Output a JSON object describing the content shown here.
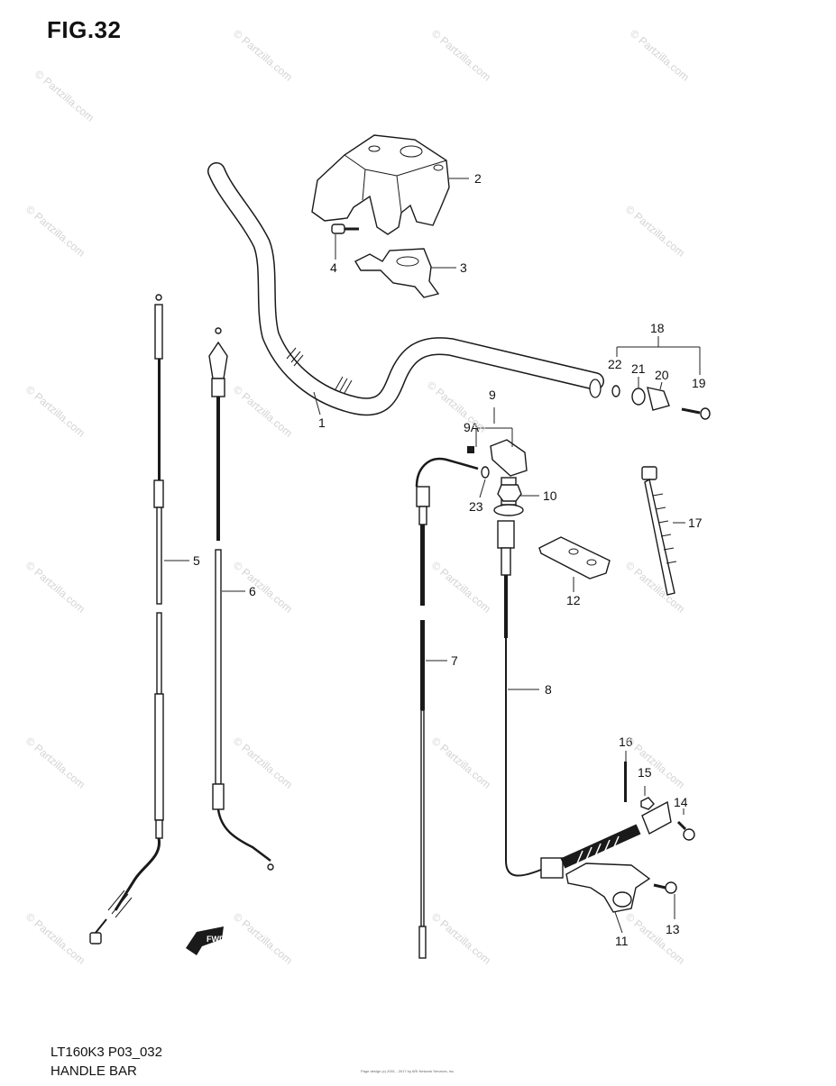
{
  "figure": {
    "number": "FIG.32",
    "title": "HANDLE BAR",
    "code": "LT160K3 P03_032"
  },
  "watermark": "© Partzilla.com",
  "fine_print": "Page design (c) 2001 - 2017 by ARI Network Services, Inc.",
  "callouts": [
    {
      "id": "1",
      "label": "1"
    },
    {
      "id": "2",
      "label": "2"
    },
    {
      "id": "3",
      "label": "3"
    },
    {
      "id": "4",
      "label": "4"
    },
    {
      "id": "5",
      "label": "5"
    },
    {
      "id": "6",
      "label": "6"
    },
    {
      "id": "7",
      "label": "7"
    },
    {
      "id": "8",
      "label": "8"
    },
    {
      "id": "9",
      "label": "9"
    },
    {
      "id": "9A",
      "label": "9A"
    },
    {
      "id": "10",
      "label": "10"
    },
    {
      "id": "11",
      "label": "11"
    },
    {
      "id": "12",
      "label": "12"
    },
    {
      "id": "13",
      "label": "13"
    },
    {
      "id": "14",
      "label": "14"
    },
    {
      "id": "15",
      "label": "15"
    },
    {
      "id": "16",
      "label": "16"
    },
    {
      "id": "17",
      "label": "17"
    },
    {
      "id": "18",
      "label": "18"
    },
    {
      "id": "19",
      "label": "19"
    },
    {
      "id": "20",
      "label": "20"
    },
    {
      "id": "21",
      "label": "21"
    },
    {
      "id": "22",
      "label": "22"
    },
    {
      "id": "23",
      "label": "23"
    }
  ],
  "fwd_label": "FWD"
}
